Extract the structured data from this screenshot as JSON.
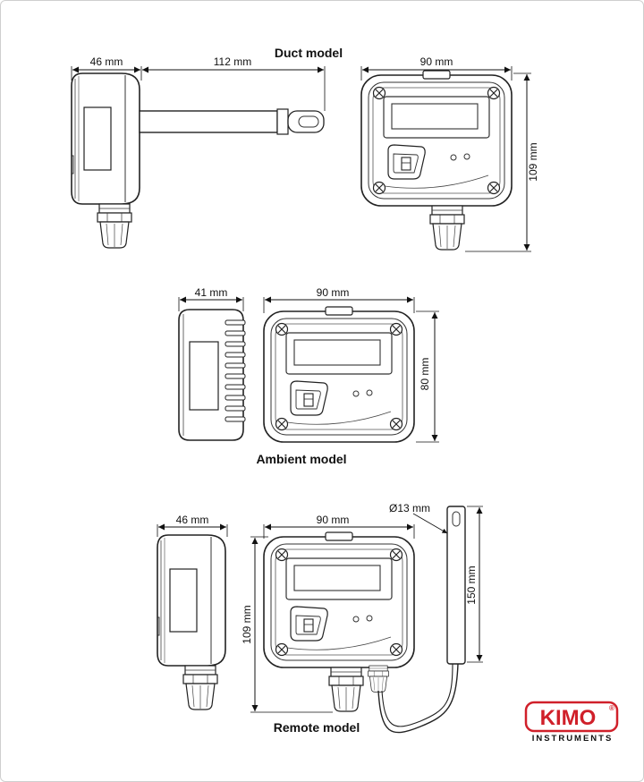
{
  "duct": {
    "title": "Duct model",
    "dim_depth": "46 mm",
    "dim_probe": "112 mm",
    "dim_width": "90 mm",
    "dim_height": "109 mm"
  },
  "ambient": {
    "title": "Ambient model",
    "dim_depth": "41 mm",
    "dim_width": "90 mm",
    "dim_height": "80 mm"
  },
  "remote": {
    "title": "Remote model",
    "dim_depth": "46 mm",
    "dim_width": "90 mm",
    "dim_height": "109 mm",
    "dim_probe_diameter": "Ø13 mm",
    "dim_probe_length": "150 mm"
  },
  "logo": {
    "name": "KIMO",
    "mark": "®",
    "subtitle": "INSTRUMENTS",
    "color": "#d0202a"
  }
}
